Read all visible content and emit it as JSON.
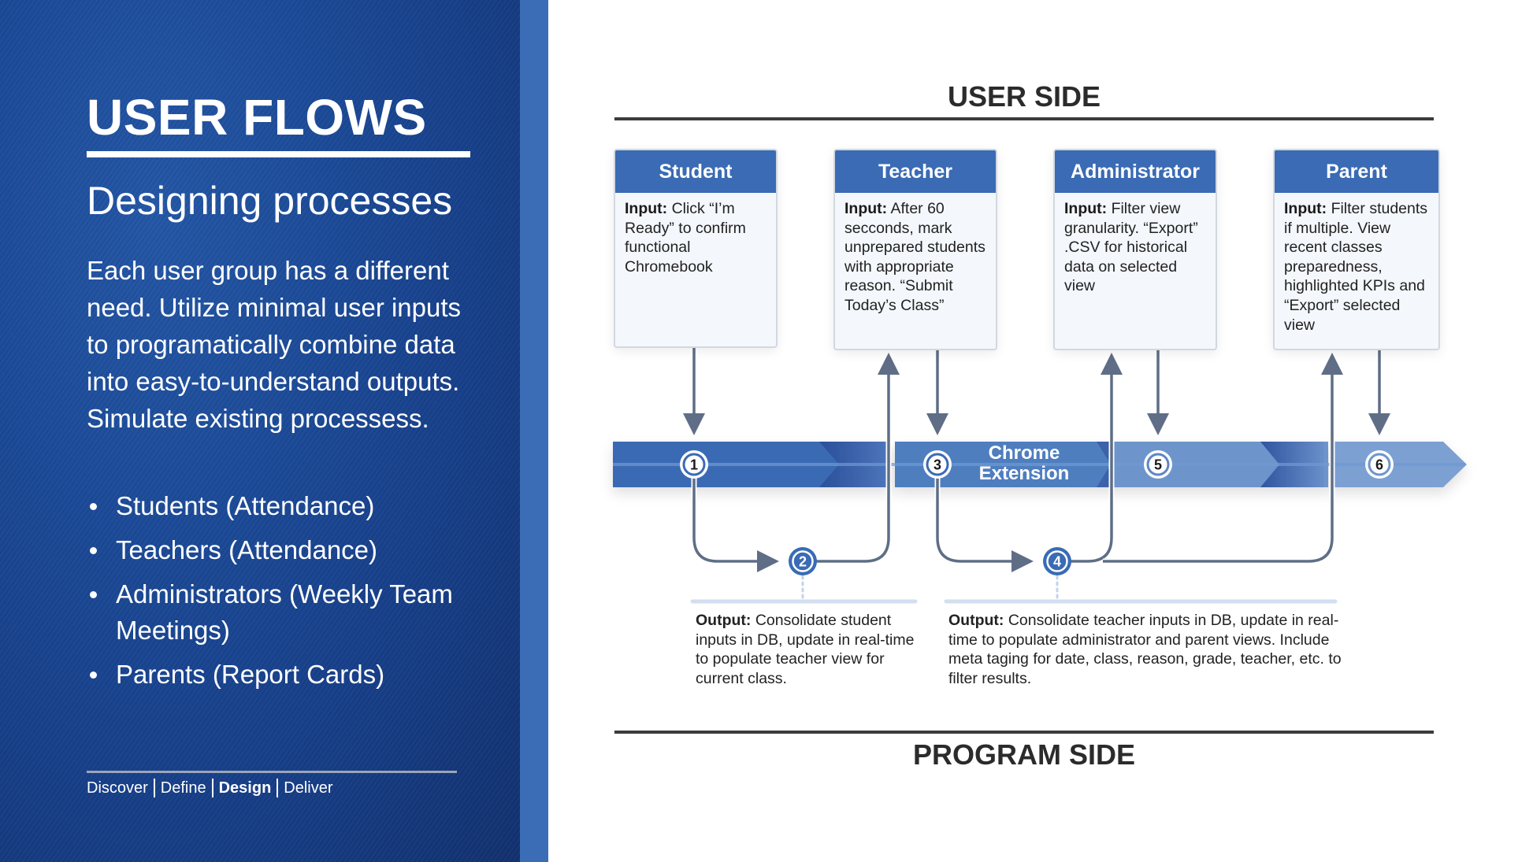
{
  "left": {
    "title": "USER FLOWS",
    "subtitle": "Designing processes",
    "description": "Each user group has a different need. Utilize minimal user inputs to programatically combine data into easy-to-understand outputs. Simulate existing processess.",
    "bullets": [
      "Students (Attendance)",
      "Teachers (Attendance)",
      "Administrators (Weekly Team Meetings)",
      "Parents (Report Cards)"
    ],
    "nav": [
      {
        "label": "Discover",
        "active": false
      },
      {
        "label": "Define",
        "active": false
      },
      {
        "label": "Design",
        "active": true
      },
      {
        "label": "Deliver",
        "active": false
      }
    ]
  },
  "diagram": {
    "user_side_label": "USER SIDE",
    "program_side_label": "PROGRAM SIDE",
    "input_prefix": "Input:",
    "output_prefix": "Output:",
    "band_label_line1": "Chrome",
    "band_label_line2": "Extension",
    "cards": [
      {
        "title": "Student",
        "input": "Click “I’m Ready” to confirm functional Chromebook"
      },
      {
        "title": "Teacher",
        "input": "After 60 secconds, mark unprepared students with appropriate reason. “Submit Today’s Class”"
      },
      {
        "title": "Administrator",
        "input": "Filter view granularity. “Export” .CSV for historical data on selected view"
      },
      {
        "title": "Parent",
        "input": "Filter students if multiple. View recent classes preparedness, highlighted KPIs and “Export” selected view"
      }
    ],
    "steps": [
      "1",
      "2",
      "3",
      "4",
      "5",
      "6"
    ],
    "outputs": [
      {
        "step": "2",
        "text": "Consolidate student inputs in DB, update in real-time to populate teacher view for current class."
      },
      {
        "step": "4",
        "text": "Consolidate teacher inputs in DB, update in real-time to populate administrator and parent views. Include meta taging for date, class, reason, grade, teacher, etc. to filter results."
      }
    ],
    "colors": {
      "accent_blue": "#3a6bb4",
      "band_dark": "#3a6bb4",
      "band_light": "#7397cc",
      "connector": "#5f6e86",
      "panel_bg": "#1c4a98"
    }
  }
}
